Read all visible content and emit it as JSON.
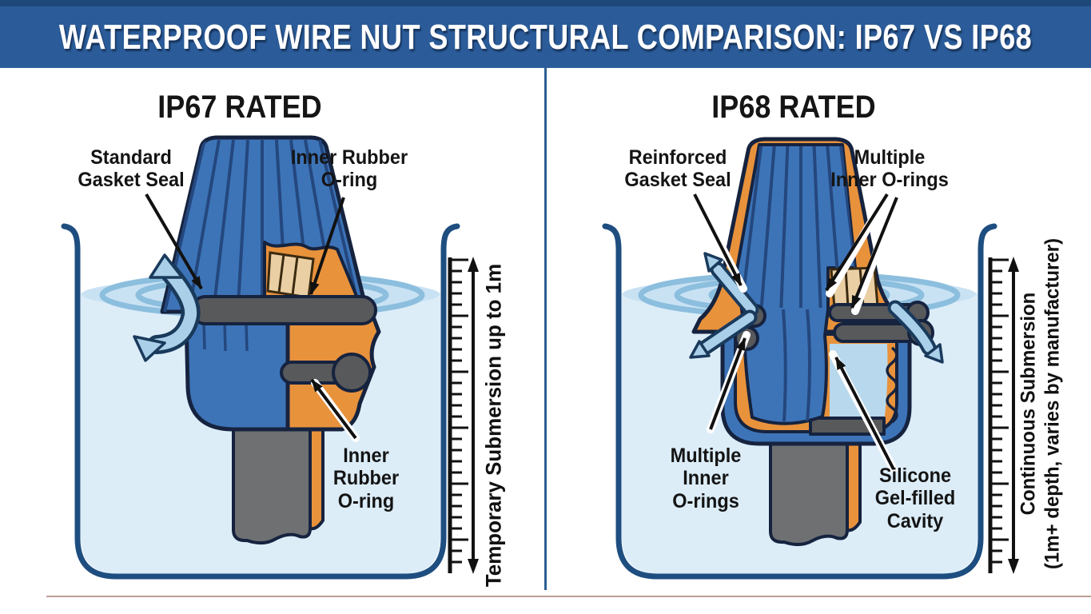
{
  "header": {
    "title": "WATERPROOF WIRE NUT STRUCTURAL COMPARISON: IP67 VS IP68"
  },
  "ip67": {
    "title": "IP67 RATED",
    "labels": {
      "gasket": {
        "lines": [
          "Standard",
          "Gasket Seal"
        ]
      },
      "oring_top": {
        "lines": [
          "Inner Rubber",
          "O-ring"
        ]
      },
      "oring_bottom": {
        "lines": [
          "Inner",
          "Rubber",
          "O-ring"
        ]
      }
    },
    "ruler": {
      "label": "Temporary Submersion up to 1m"
    }
  },
  "ip68": {
    "title": "IP68 RATED",
    "labels": {
      "gasket": {
        "lines": [
          "Reinforced",
          "Gasket Seal"
        ]
      },
      "orings_top": {
        "lines": [
          "Multiple",
          "Inner O-rings"
        ]
      },
      "orings_bottom": {
        "lines": [
          "Multiple",
          "Inner",
          "O-rings"
        ]
      },
      "gel": {
        "lines": [
          "Silicone",
          "Gel-filled",
          "Cavity"
        ]
      }
    },
    "ruler": {
      "lines": [
        "Continuous Submersion",
        "(1m+ depth, varies by manufacturer)"
      ]
    }
  },
  "colors": {
    "header_bg": "#2b5c99",
    "header_top": "#1d4878",
    "header_text": "#ffffff",
    "divider": "#2d5e93",
    "container_stroke": "#1e4e80",
    "water": "#dcedf8",
    "water_surface": "#c9e2f3",
    "ripple": "#8cbede",
    "nut_blue": "#3d74b8",
    "nut_blue_dark": "#24477e",
    "outline": "#16233f",
    "nut_orange": "#e8923c",
    "wire_gray": "#6e7072",
    "oring_gray": "#58595b",
    "stub_tan": "#eacfa4",
    "gel_blue": "#b8d9ed",
    "arrow_fill": "#a9cfe9",
    "arrow_stroke": "#1a3a5c",
    "label_text": "#141414"
  }
}
